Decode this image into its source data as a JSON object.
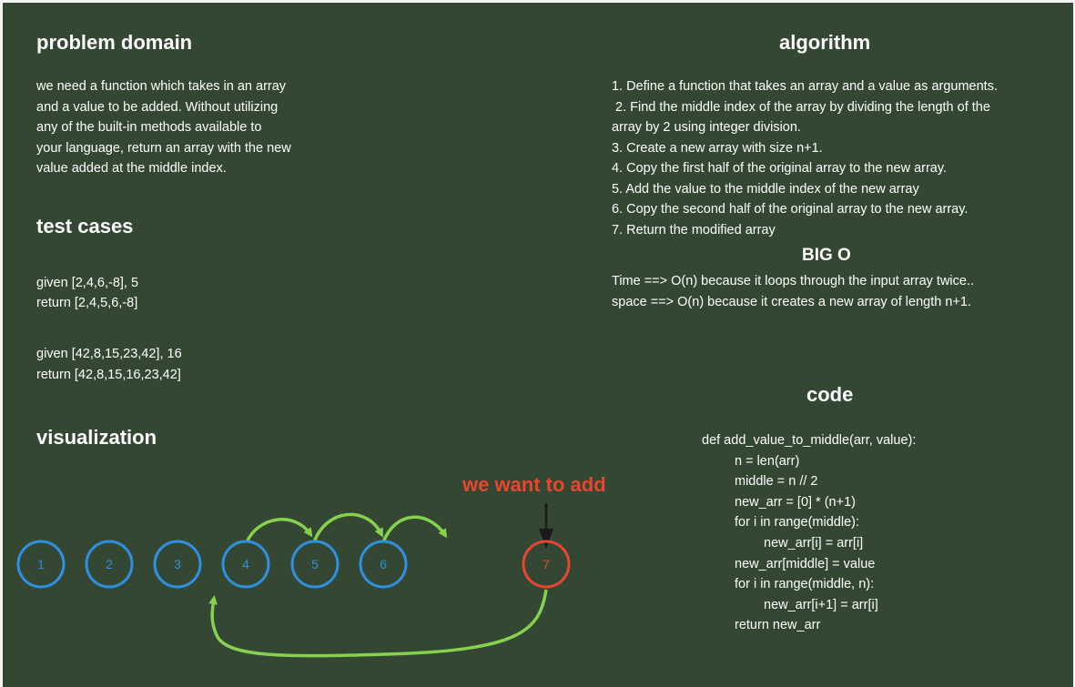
{
  "problem": {
    "heading": "problem domain",
    "lines": [
      "we need a function which takes in an array",
      "and a value to be added. Without utilizing",
      "any of the built-in methods available to",
      "your language, return an array with the new",
      "value added at the middle index."
    ]
  },
  "tests": {
    "heading": "test cases",
    "cases": [
      {
        "given": "given [2,4,6,-8], 5",
        "ret": "return [2,4,5,6,-8]"
      },
      {
        "given": "given [42,8,15,23,42], 16",
        "ret": "return [42,8,15,16,23,42]"
      }
    ]
  },
  "visualization": {
    "heading": "visualization",
    "callout": "we want to add",
    "nodes": [
      "1",
      "2",
      "3",
      "4",
      "5",
      "6"
    ],
    "new_node": "7",
    "colors": {
      "node": "#2f8fe0",
      "new_node": "#e8462f",
      "arrow": "#86d24e",
      "pointer": "#1a1a1a"
    }
  },
  "algorithm": {
    "heading": "algorithm",
    "steps": [
      "1. Define a function that takes an array and a value as arguments.",
      " 2. Find the middle index of the array by dividing the length of the",
      "array by 2 using integer division.",
      "3. Create a new array with size n+1.",
      "4. Copy the first half of the original array to the new array.",
      "5. Add the value to the middle index of the new array",
      "6. Copy the second half of the original array to the new array.",
      "7. Return the modified array"
    ]
  },
  "bigo": {
    "heading": "BIG O",
    "time": "Time ==> O(n) because it loops through the input array twice..",
    "space": "space ==> O(n) because it creates a new array of length n+1."
  },
  "code": {
    "heading": "code",
    "lines": [
      "def add_value_to_middle(arr, value):",
      "n = len(arr)",
      "middle = n // 2",
      "new_arr = [0] * (n+1)",
      "for i in range(middle):",
      "new_arr[i] = arr[i]",
      "new_arr[middle] = value",
      "for i in range(middle, n):",
      "new_arr[i+1] = arr[i]",
      "return new_arr"
    ]
  },
  "theme": {
    "background": "#334733",
    "text": "#ffffff"
  }
}
